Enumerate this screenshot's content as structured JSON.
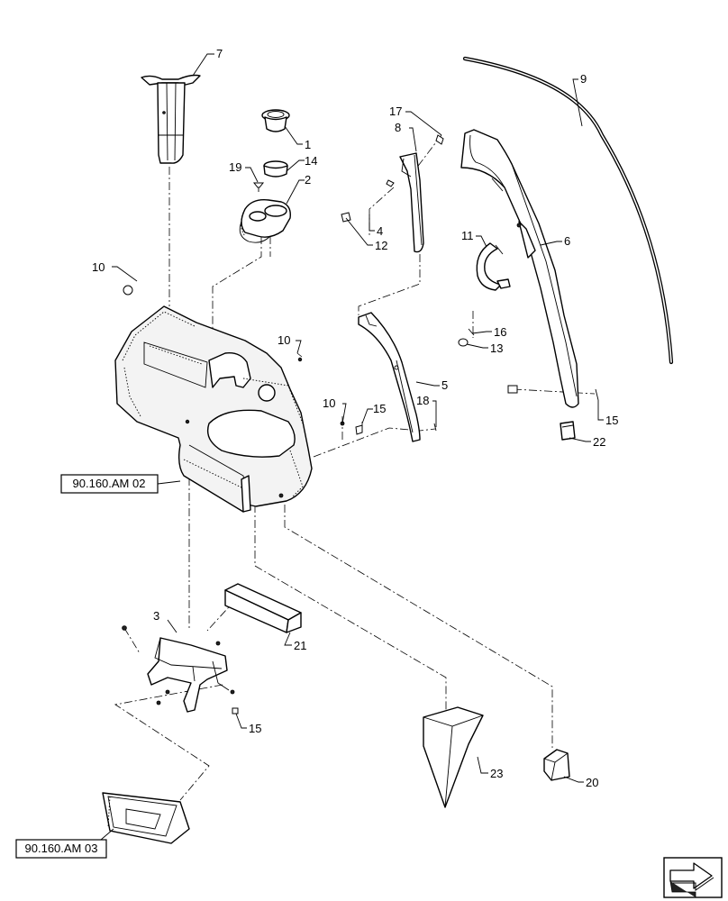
{
  "callouts": {
    "c1": "1",
    "c2": "2",
    "c3": "3",
    "c4": "4",
    "c5": "5",
    "c6": "6",
    "c7": "7",
    "c8": "8",
    "c9": "9",
    "c10a": "10",
    "c10b": "10",
    "c10c": "10",
    "c11": "11",
    "c12": "12",
    "c13": "13",
    "c14": "14",
    "c15a": "15",
    "c15b": "15",
    "c15c": "15",
    "c16": "16",
    "c17": "17",
    "c18": "18",
    "c19": "19",
    "c20": "20",
    "c21": "21",
    "c22": "22",
    "c23": "23"
  },
  "references": {
    "ref_upper": "90.160.AM 02",
    "ref_lower": "90.160.AM 03"
  },
  "icons": {
    "nav": "next-page-arrow-icon"
  }
}
